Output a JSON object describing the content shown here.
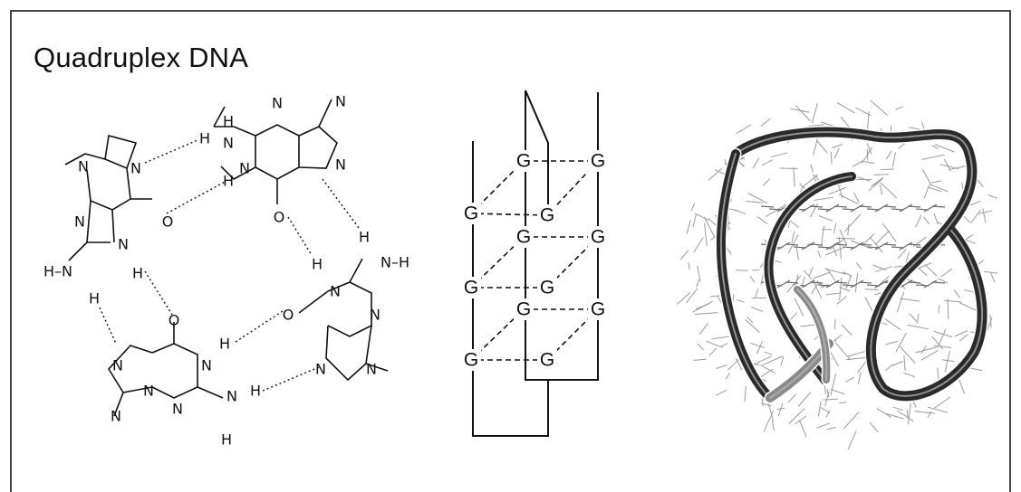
{
  "title": "Quadruplex DNA",
  "atoms": {
    "h": "H",
    "n": "N",
    "o": "O",
    "hn": "H–N",
    "nh": "N–H"
  },
  "stack": {
    "base_label": "G"
  },
  "colors": {
    "ink": "#111111",
    "frame": "#444444",
    "ribbon_dark": "#2a2a2a",
    "ribbon_light": "#8a8a8a",
    "sticks": "#9a9a9a"
  }
}
